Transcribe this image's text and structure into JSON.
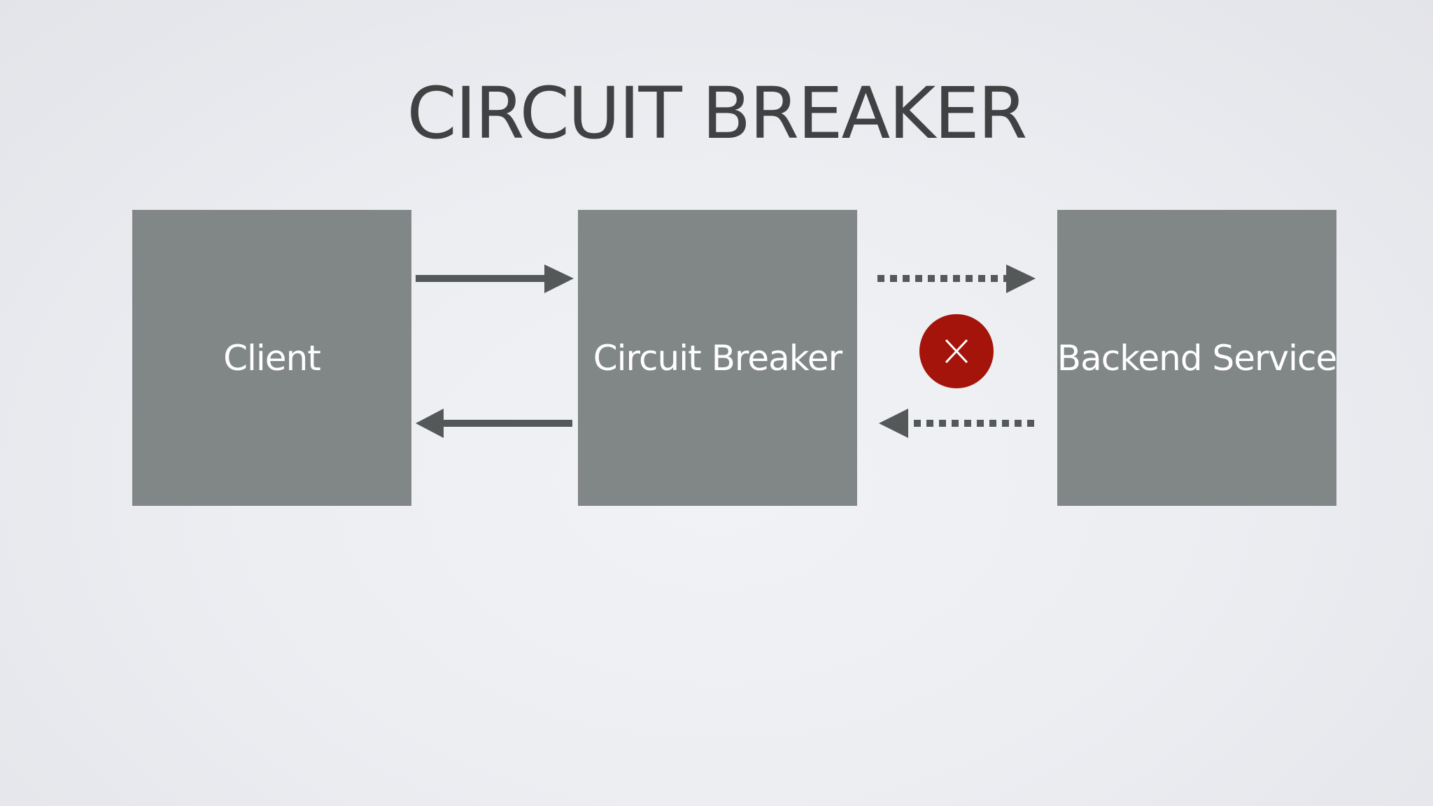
{
  "slide": {
    "title": "CIRCUIT BREAKER"
  },
  "diagram": {
    "nodes": [
      {
        "id": "client",
        "label": "Client"
      },
      {
        "id": "circuit-breaker",
        "label": "Circuit Breaker"
      },
      {
        "id": "backend-service",
        "label": "Backend Service"
      }
    ],
    "edges": [
      {
        "from": "client",
        "to": "circuit-breaker",
        "style": "solid"
      },
      {
        "from": "circuit-breaker",
        "to": "client",
        "style": "solid"
      },
      {
        "from": "circuit-breaker",
        "to": "backend-service",
        "style": "dotted"
      },
      {
        "from": "backend-service",
        "to": "circuit-breaker",
        "style": "dotted"
      }
    ],
    "failure_marker": {
      "icon": "x-icon",
      "color": "#a4140a"
    }
  },
  "colors": {
    "box": "#818686",
    "arrow": "#555859",
    "title": "#404142"
  }
}
